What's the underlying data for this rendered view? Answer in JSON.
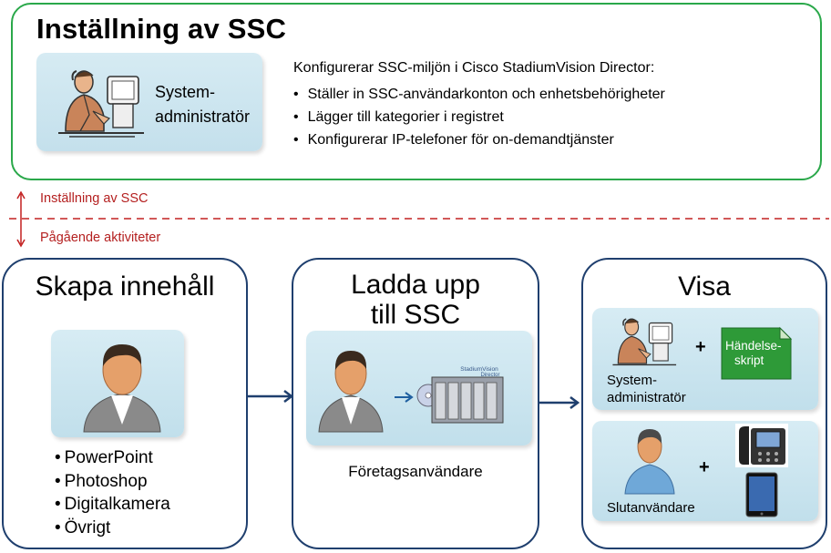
{
  "setup": {
    "title": "Inställning av SSC",
    "role": [
      "System-",
      "administratör"
    ],
    "intro": "Konfigurerar SSC-miljön i Cisco StadiumVision Director:",
    "items": [
      "Ställer in SSC-användarkonton och enhetsbehörigheter",
      "Lägger till kategorier i registret",
      "Konfigurerar IP-telefoner för on-demandtjänster"
    ]
  },
  "phases": {
    "top": "Inställning av SSC",
    "bottom": "Pågående aktiviteter"
  },
  "steps": {
    "create": {
      "title": "Skapa innehåll",
      "tools": [
        "PowerPoint",
        "Photoshop",
        "Digitalkamera",
        "Övrigt"
      ]
    },
    "upload": {
      "title": [
        "Ladda upp",
        "till SSC"
      ],
      "role": "Företagsanvändare",
      "server_text": [
        "StadiumVision",
        "Director"
      ]
    },
    "view": {
      "title": "Visa",
      "admin_role": [
        "System-",
        "administratör"
      ],
      "script_label": [
        "Händelse-",
        "skript"
      ],
      "end_user": "Slutanvändare",
      "plus": "+"
    }
  },
  "colors": {
    "setup_border": "#2aa84a",
    "step_border": "#1f3f6e",
    "phase": "#b41f1f",
    "script_box": "#2e9a38"
  }
}
